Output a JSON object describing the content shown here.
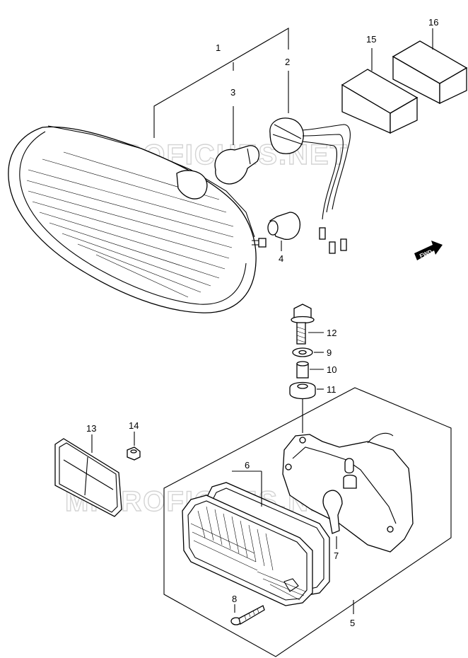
{
  "watermark": "MICROFICHES.NET",
  "fwd_label": "FWD",
  "callouts": [
    "1",
    "2",
    "3",
    "4",
    "5",
    "6",
    "7",
    "8",
    "9",
    "10",
    "11",
    "12",
    "13",
    "14",
    "15",
    "16"
  ]
}
